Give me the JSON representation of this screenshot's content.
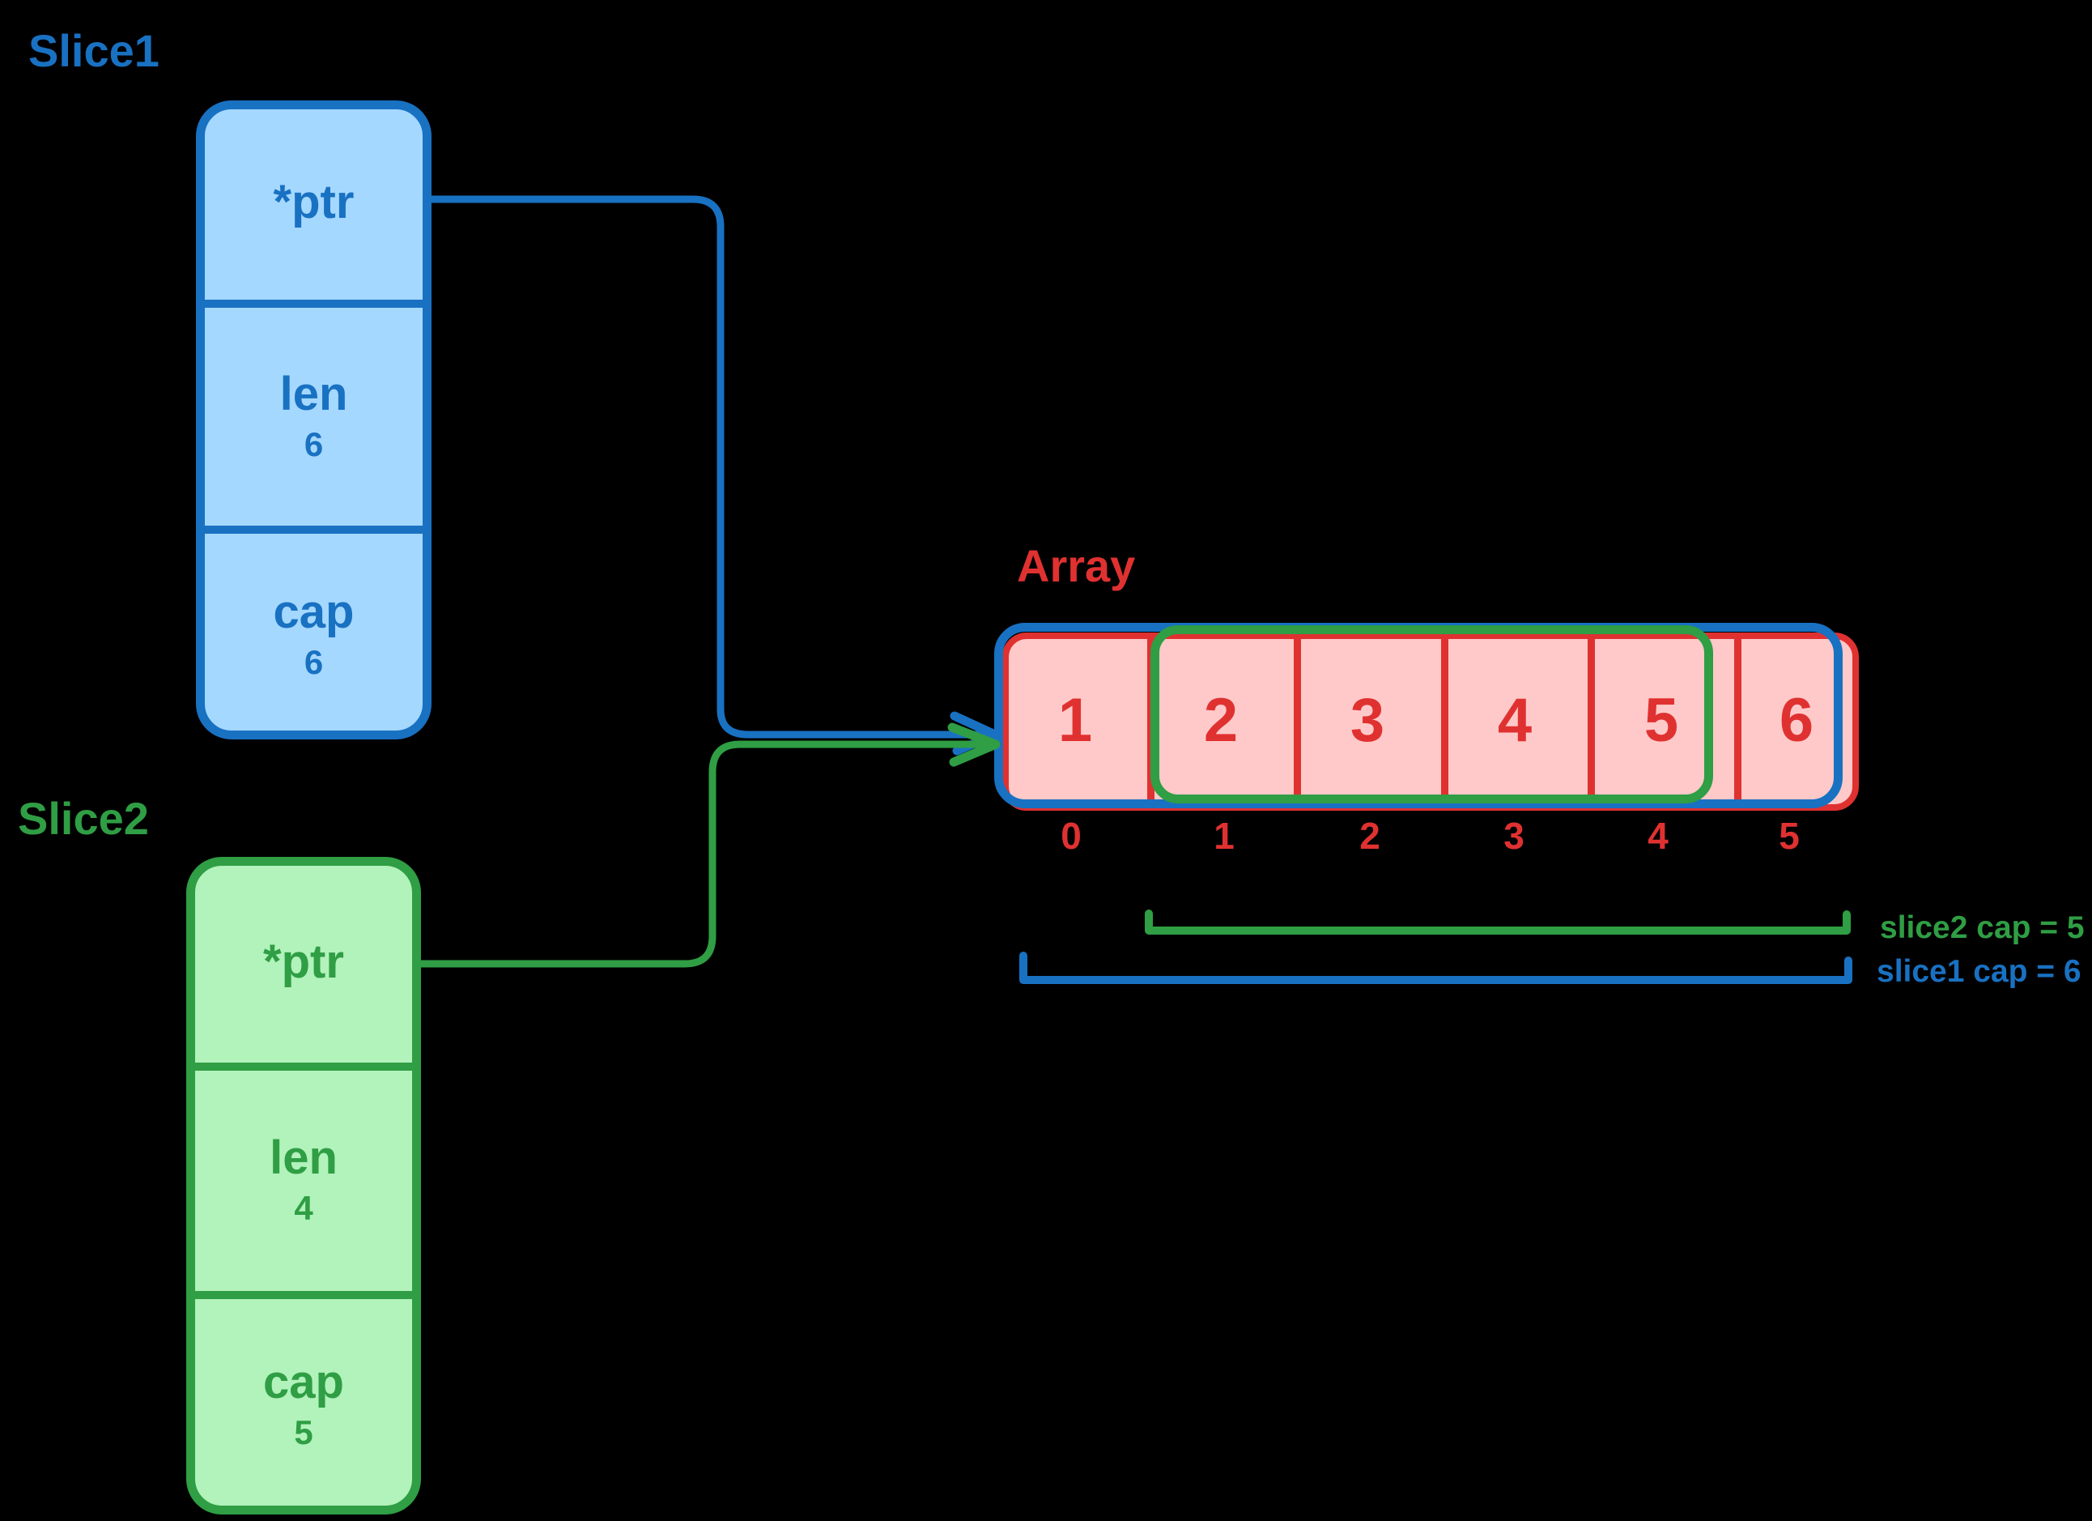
{
  "colors": {
    "blue": "#1971c2",
    "blue_fill": "#a5d8ff",
    "green": "#2f9e44",
    "green_fill": "#b2f2bb",
    "red": "#e03131",
    "red_fill": "#ffc9c9",
    "background": "#000000"
  },
  "slice1": {
    "title": "Slice1",
    "fields": [
      {
        "label": "*ptr",
        "value": ""
      },
      {
        "label": "len",
        "value": "6"
      },
      {
        "label": "cap",
        "value": "6"
      }
    ]
  },
  "slice2": {
    "title": "Slice2",
    "fields": [
      {
        "label": "*ptr",
        "value": ""
      },
      {
        "label": "len",
        "value": "4"
      },
      {
        "label": "cap",
        "value": "5"
      }
    ]
  },
  "array": {
    "title": "Array",
    "cells": [
      "1",
      "2",
      "3",
      "4",
      "5",
      "6"
    ],
    "indices": [
      "0",
      "1",
      "2",
      "3",
      "4",
      "5"
    ]
  },
  "brackets": {
    "slice2_label": "slice2 cap = 5",
    "slice1_label": "slice1 cap = 6"
  }
}
